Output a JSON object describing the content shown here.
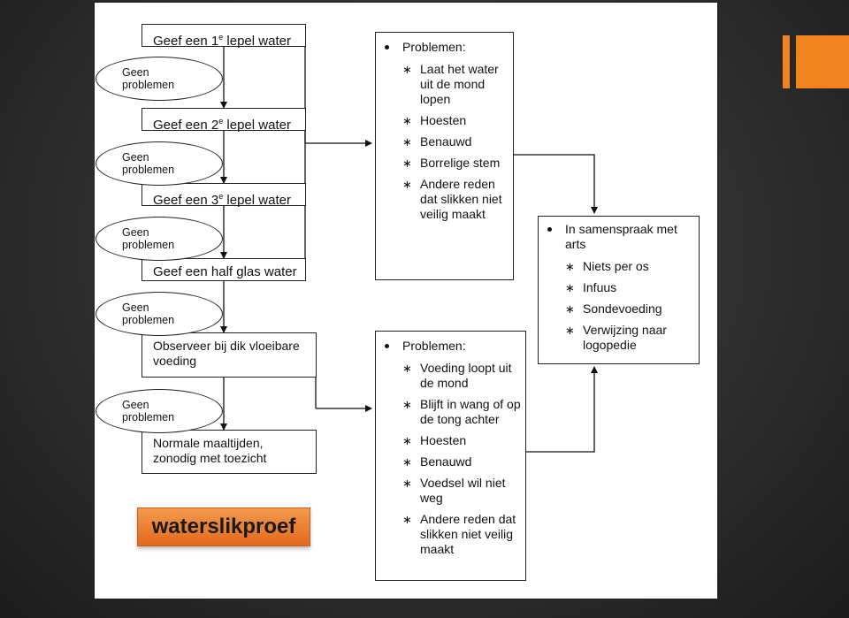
{
  "steps": [
    {
      "pre": "Geef een 1",
      "sup": "e",
      "post": " lepel water"
    },
    {
      "pre": "Geef een 2",
      "sup": "e",
      "post": " lepel water"
    },
    {
      "pre": "Geef een 3",
      "sup": "e",
      "post": " lepel water"
    },
    {
      "pre": "Geef een half glas water",
      "sup": "",
      "post": ""
    }
  ],
  "observe": "Observeer bij dik vloeibare voeding",
  "normal": "Normale maaltijden, zonodig met toezicht",
  "ovals": [
    "Geen problemen",
    "Geen problemen",
    "Geen problemen",
    "Geen problemen",
    "Geen problemen"
  ],
  "problems_water": {
    "head": "Problemen:",
    "items": [
      "Laat het water uit de mond lopen",
      "Hoesten",
      "Benauwd",
      "Borrelige stem",
      "Andere reden dat slikken niet veilig maakt"
    ]
  },
  "problems_food": {
    "head": "Problemen:",
    "items": [
      "Voeding loopt uit de mond",
      "Blijft in wang of op de tong achter",
      "Hoesten",
      "Benauwd",
      "Voedsel wil niet weg",
      "Andere reden dat slikken niet veilig maakt"
    ]
  },
  "doctor": {
    "head": "In samenspraak met arts",
    "items": [
      "Niets per os",
      "Infuus",
      "Sondevoeding",
      "Verwijzing naar logopedie"
    ]
  },
  "logo": "waterslikproef",
  "colors": {
    "accent": "#f0831e",
    "background": "#2e2e2e"
  }
}
